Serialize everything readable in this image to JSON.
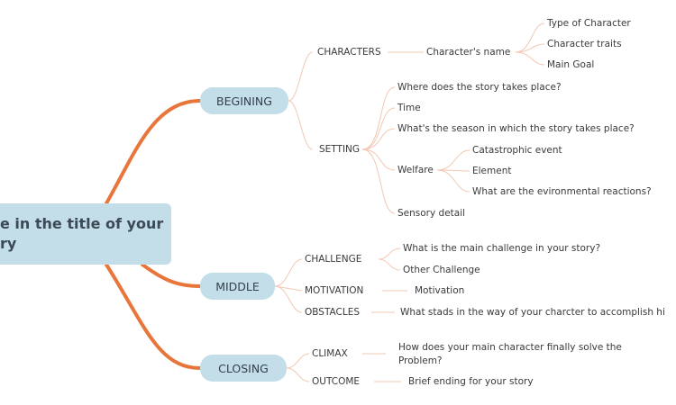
{
  "root": {
    "line1": "e in the title of your",
    "line2": "ry"
  },
  "branches": {
    "begining": {
      "label": "BEGINING",
      "characters": {
        "label": "CHARACTERS",
        "name": "Character's name",
        "children": [
          "Type of Character",
          "Character traits",
          "Main Goal"
        ]
      },
      "setting": {
        "label": "SETTING",
        "children": [
          "Where does the story takes place?",
          "Time",
          "What's the season in which the story takes place?",
          "Welfare",
          "Sensory detail"
        ],
        "welfare_children": [
          "Catastrophic event",
          "Element",
          "What are the evironmental reactions?"
        ]
      }
    },
    "middle": {
      "label": "MIDDLE",
      "challenge": {
        "label": "CHALLENGE",
        "children": [
          "What is the main challenge in your story?",
          "Other Challenge"
        ]
      },
      "motivation": {
        "label": "MOTIVATION",
        "child": "Motivation"
      },
      "obstacles": {
        "label": "OBSTACLES",
        "child": "What stads in the way of your charcter to accomplish hi"
      }
    },
    "closing": {
      "label": "CLOSING",
      "climax": {
        "label": "CLIMAX",
        "child_line1": "How does your main character finally solve the",
        "child_line2": "Problem?"
      },
      "outcome": {
        "label": "OUTCOME",
        "child": "Brief ending for your story"
      }
    }
  },
  "colors": {
    "main_link": "#e8763a",
    "sub_link": "#f2c8b4",
    "node_fill": "#c3dde9"
  }
}
